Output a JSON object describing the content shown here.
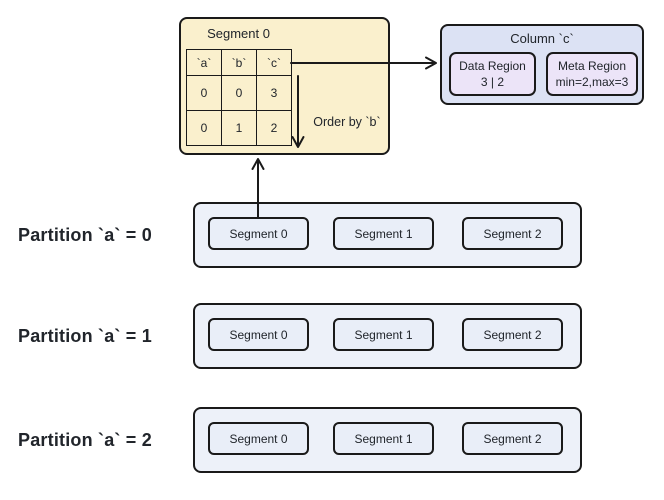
{
  "colors": {
    "stroke": "#1a1a1a",
    "text": "#21252b",
    "yellow": "#faf0cd",
    "colbox": "#dce2f4",
    "region": "#ece4f8",
    "partition": "#edf1f9",
    "segment": "#e9eef8"
  },
  "segment_detail": {
    "title": "Segment 0",
    "table": {
      "headers": [
        "`a`",
        "`b`",
        "`c`"
      ],
      "rows": [
        [
          "0",
          "0",
          "3"
        ],
        [
          "0",
          "1",
          "2"
        ]
      ]
    },
    "order_label": "Order by `b`"
  },
  "column_box": {
    "title": "Column `c`",
    "regions": [
      {
        "title": "Data Region",
        "value": "3 | 2"
      },
      {
        "title": "Meta Region",
        "value": "min=2,max=3"
      }
    ]
  },
  "partitions": [
    {
      "label": "Partition `a` = 0",
      "segments": [
        "Segment 0",
        "Segment 1",
        "Segment 2"
      ]
    },
    {
      "label": "Partition `a` = 1",
      "segments": [
        "Segment 0",
        "Segment 1",
        "Segment 2"
      ]
    },
    {
      "label": "Partition `a` = 2",
      "segments": [
        "Segment 0",
        "Segment 1",
        "Segment 2"
      ]
    }
  ]
}
